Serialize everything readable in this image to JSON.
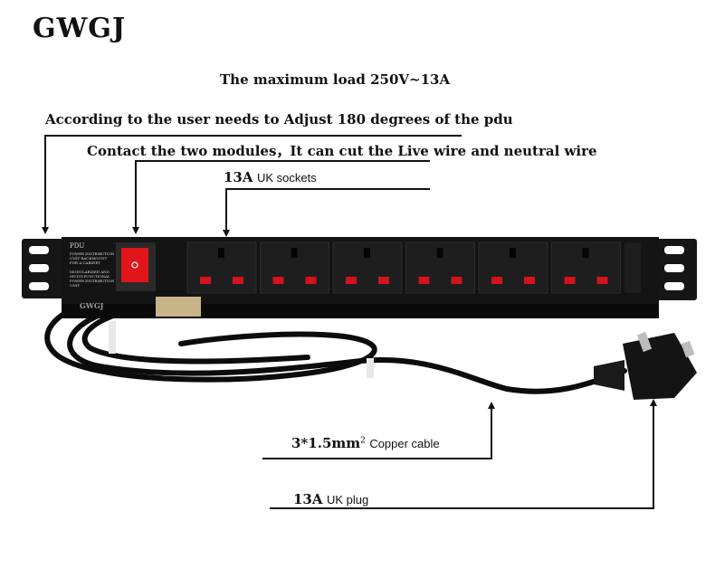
{
  "brand": "GWGJ",
  "max_load": "The maximum load  250V~13A",
  "adjust_note": "According to the user needs to Adjust 180 degrees of the pdu",
  "contact_note": "Contact the two modules，It can cut the Live wire and neutral wire",
  "sockets_label": {
    "rating": "13A",
    "text": "UK sockets"
  },
  "cable_label": {
    "spec": "3*1.5mm",
    "sup": "2",
    "text": "Copper cable"
  },
  "plug_label": {
    "rating": "13A",
    "text": "UK plug"
  },
  "pdu_text": {
    "title": "PDU",
    "line1": "POWER DISTRIBUTION",
    "line2": "UNIT RACKMOUNT",
    "line3": "FOR A CABINET",
    "line4": "MODULARIZED AND",
    "line5": "MULTI-FUNCTIONAL",
    "line6": "POWER DISTRIBUTION",
    "line7": "UNIT",
    "plate": "GWGJ"
  },
  "socket_count": 6,
  "colors": {
    "pdu_body": "#141414",
    "switch": "#e0161b",
    "socket_pin": "#d4131f"
  }
}
